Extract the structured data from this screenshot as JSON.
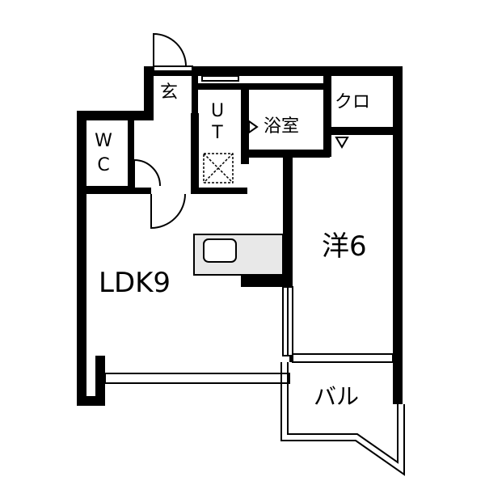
{
  "floor_plan": {
    "rooms": {
      "ldk": "LDK9",
      "western_room": "洋6",
      "balcony": "バル",
      "utility": "UT",
      "bathroom": "浴室",
      "entrance": "玄",
      "closet": "クロ",
      "toilet": "WC"
    },
    "colors": {
      "wall": "#000000",
      "background": "#ffffff",
      "fixture_fill": "#e8e8e8",
      "window_line": "#000000"
    }
  }
}
